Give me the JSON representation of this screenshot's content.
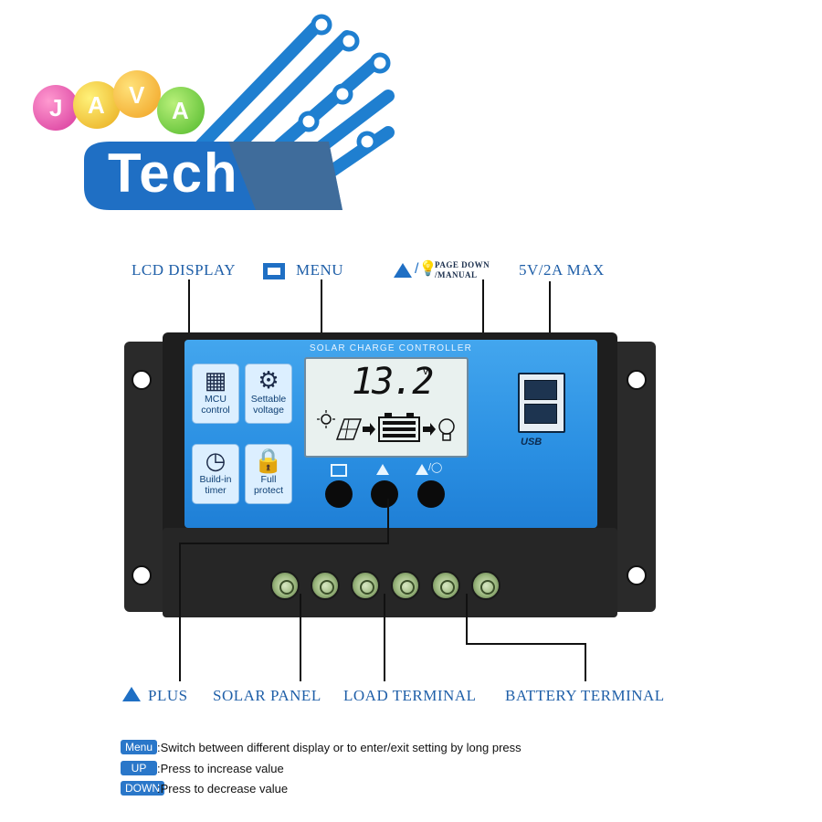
{
  "logo": {
    "letters": [
      "J",
      "A",
      "V",
      "A"
    ],
    "word": "Tech"
  },
  "callouts": {
    "lcd_display": "LCD DISPLAY",
    "menu": "MENU",
    "page_down": "PAGE DOWN",
    "manual": "/MANUAL",
    "usb_max": "5V/2A MAX",
    "plus": "PLUS",
    "solar_panel": "SOLAR PANEL",
    "load_terminal": "LOAD TERMINAL",
    "battery_terminal": "BATTERY TERMINAL"
  },
  "controller": {
    "title": "SOLAR CHARGE CONTROLLER",
    "features": [
      {
        "icon": "chip-icon",
        "line1": "MCU",
        "line2": "control"
      },
      {
        "icon": "gear-icon",
        "line1": "Settable",
        "line2": "voltage"
      },
      {
        "icon": "clock-icon",
        "line1": "Build-in",
        "line2": "timer"
      },
      {
        "icon": "lock-icon",
        "line1": "Full",
        "line2": "protect"
      }
    ],
    "lcd_value": "13.2",
    "lcd_unit": "v",
    "usb_label": "USB"
  },
  "legend": [
    {
      "tag": "Menu",
      "text": ":Switch between different display or to enter/exit setting by long press"
    },
    {
      "tag": "UP",
      "text": ":Press to increase value"
    },
    {
      "tag": "DOWN",
      "text": ":Press to decrease value"
    }
  ],
  "colors": {
    "accent_blue": "#2a8fe2",
    "callout_text": "#1f5fa8",
    "tag_blue": "#2a77c9"
  }
}
